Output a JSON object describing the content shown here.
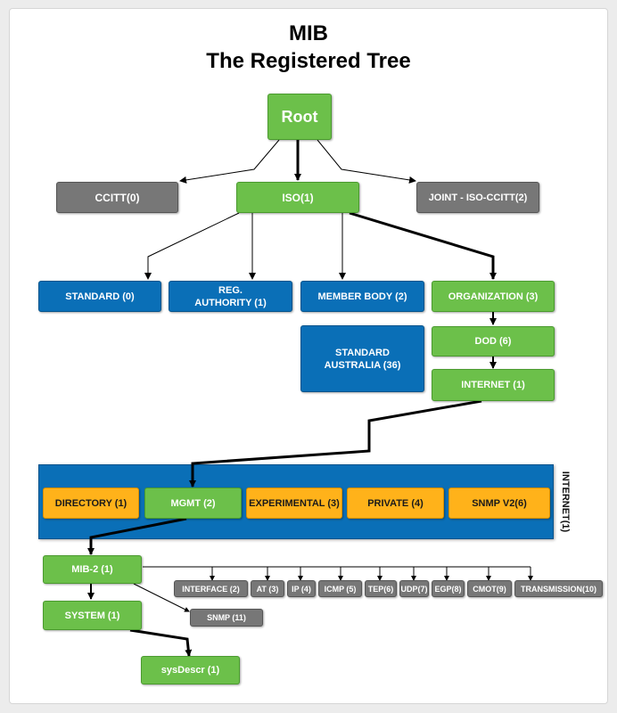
{
  "title": {
    "line1": "MIB",
    "line2": "The Registered Tree"
  },
  "nodes": {
    "root": "Root",
    "ccitt": "CCITT(0)",
    "iso": "ISO(1)",
    "joint": "JOINT - ISO-CCITT(2)",
    "standard": "STANDARD (0)",
    "reg_authority": "REG.\nAUTHORITY (1)",
    "member_body": "MEMBER BODY (2)",
    "organization": "ORGANIZATION (3)",
    "standard_australia": "STANDARD\nAUSTRALIA (36)",
    "dod": "DOD (6)",
    "internet": "INTERNET (1)",
    "directory": "DIRECTORY (1)",
    "mgmt": "MGMT (2)",
    "experimental": "EXPERIMENTAL (3)",
    "private": "PRIVATE (4)",
    "snmpv2": "SNMP V2(6)",
    "internet_side": "INTERNET(1)",
    "mib2": "MIB-2 (1)",
    "system": "SYSTEM (1)",
    "sysdescr": "sysDescr (1)",
    "interface": "INTERFACE (2)",
    "at": "AT (3)",
    "ip": "IP (4)",
    "icmp": "ICMP (5)",
    "tcp": "TEP(6)",
    "udp": "UDP(7)",
    "egp": "EGP(8)",
    "cmot": "CMOT(9)",
    "transmission": "TRANSMISSION(10)",
    "snmp": "SNMP (11)"
  },
  "colors": {
    "green": "#6cc04a",
    "gray": "#777777",
    "blue": "#0a6fb7",
    "orange": "#ffb21a"
  }
}
